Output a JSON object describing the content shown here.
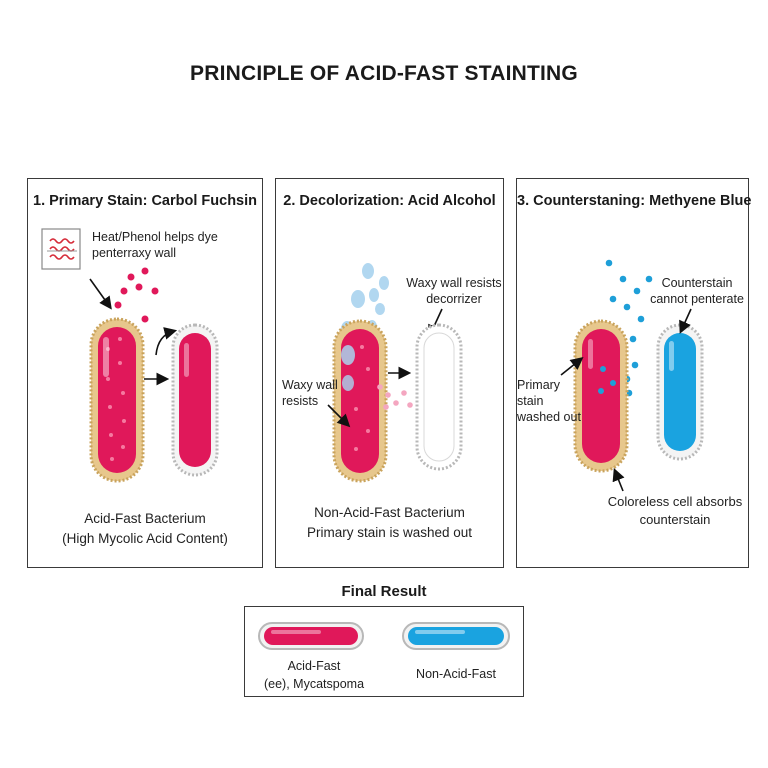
{
  "title": "PRINCIPLE OF ACID-FAST STAINTING",
  "panels": [
    {
      "title": "1. Primary Stain: Carbol Fuchsin",
      "note": "Heat/Phenol helps dye penterraxy wall",
      "caption_line1": "Acid-Fast Bacterium",
      "caption_line2": "(High Mycolic Acid Content)",
      "icon": "heat-waves-icon"
    },
    {
      "title": "2. Decolorization: Acid Alcohol",
      "note_top": "Waxy wall resists decorrizer",
      "note_left": "Waxy wall resists",
      "caption_line1": "Non-Acid-Fast Bacterium",
      "caption_line2": "Primary stain is washed out"
    },
    {
      "title": "3. Counterstaning: Methyene Blue",
      "note_top": "Counterstain cannot penterate",
      "note_left": "Primary stain washed out",
      "note_bottom": "Coloreless cell absorbs counterstain"
    }
  ],
  "final": {
    "heading": "Final Result",
    "acid_fast_label_line1": "Acid-Fast",
    "acid_fast_label_line2": "(ee), Mycatspoma",
    "non_acid_fast_label": "Non-Acid-Fast"
  },
  "colors": {
    "fuchsin": "#e0185a",
    "fuchsin_light": "#f57aa0",
    "waxy_wall": "#e7c78c",
    "wall_edge": "#c9a35c",
    "methylene_blue": "#1aa3e0",
    "blue_dot": "#1e9fd8",
    "cell_outline": "#b8b8b8",
    "drop": "#a9d3ef"
  }
}
